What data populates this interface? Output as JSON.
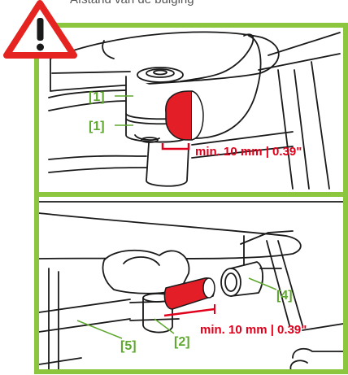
{
  "caption": "Afstand van de buiging",
  "colors": {
    "frame_green": "#8cc63f",
    "highlight_red": "#e41e26",
    "warning_red": "#e52421",
    "label_green": "#5fa82f",
    "dimension_red": "#e0001b",
    "line": "#1a1a1a"
  },
  "icons": [
    "warning-triangle-icon"
  ],
  "top_panel": {
    "labels": {
      "part1_upper": "[1]",
      "part1_lower": "[1]"
    },
    "dimension": "min. 10 mm | 0.39\""
  },
  "bottom_panel": {
    "labels": {
      "part2": "[2]",
      "part4": "[4]",
      "part5": "[5]"
    },
    "dimension": "min. 10 mm | 0.39\""
  }
}
